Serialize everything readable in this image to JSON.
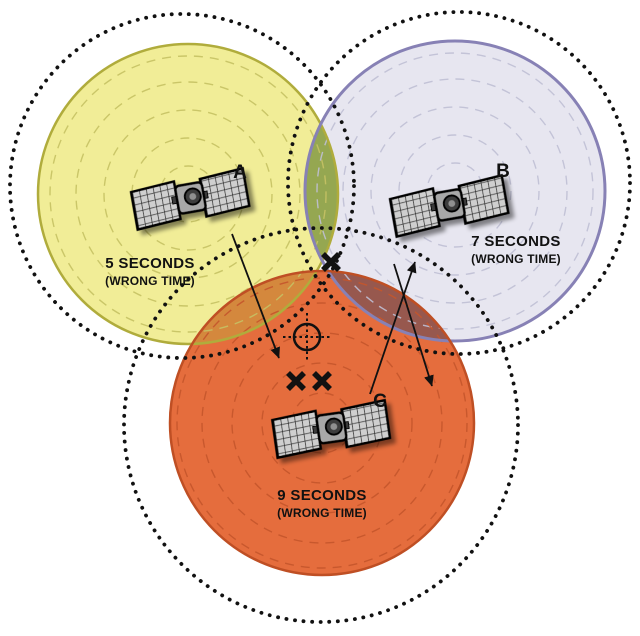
{
  "colors": {
    "ink": "#111111",
    "zone_a_fill": "#f1ed97",
    "zone_a_stroke": "#b0ac3c",
    "zone_a_rings": "#c6c264",
    "zone_b_fill": "#e7e6f0",
    "zone_b_stroke": "#8781b5",
    "zone_b_rings": "#c0c0d5",
    "zone_c_fill": "#e56d3d",
    "zone_c_stroke": "#bf4f24",
    "zone_c_rings": "#c5562c",
    "overlap_ab": "#95a751",
    "overlap_ac": "#d4883d",
    "overlap_bc": "#97584e"
  },
  "satellites": [
    {
      "label": "A",
      "time": "5 SECONDS",
      "note": "(WRONG TIME)"
    },
    {
      "label": "B",
      "time": "7 SECONDS",
      "note": "(WRONG TIME)"
    },
    {
      "label": "C",
      "time": "9 SECONDS",
      "note": "(WRONG TIME)"
    }
  ]
}
